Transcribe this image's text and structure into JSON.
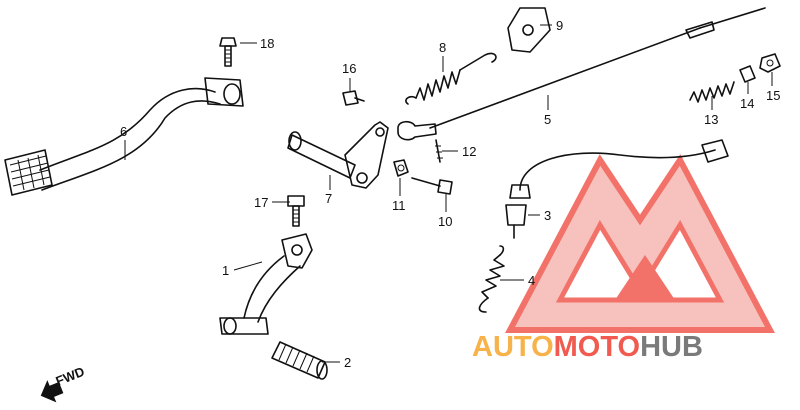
{
  "callouts": [
    {
      "id": "c1",
      "text": "1"
    },
    {
      "id": "c2",
      "text": "2"
    },
    {
      "id": "c3",
      "text": "3"
    },
    {
      "id": "c4",
      "text": "4"
    },
    {
      "id": "c5",
      "text": "5"
    },
    {
      "id": "c6",
      "text": "6"
    },
    {
      "id": "c7",
      "text": "7"
    },
    {
      "id": "c8",
      "text": "8"
    },
    {
      "id": "c9",
      "text": "9"
    },
    {
      "id": "c10",
      "text": "10"
    },
    {
      "id": "c11",
      "text": "11"
    },
    {
      "id": "c12",
      "text": "12"
    },
    {
      "id": "c13",
      "text": "13"
    },
    {
      "id": "c14",
      "text": "14"
    },
    {
      "id": "c15",
      "text": "15"
    },
    {
      "id": "c16",
      "text": "16"
    },
    {
      "id": "c17",
      "text": "17"
    },
    {
      "id": "c18",
      "text": "18"
    }
  ],
  "direction_marker": "FWD",
  "watermark": {
    "part1": "AUTO",
    "part2": "MOTO",
    "part3": "HUB",
    "color_primary": "#f05a4f",
    "color_secondary": "#f7b24a",
    "color_tertiary": "#7a7a7a"
  },
  "colors": {
    "line": "#111111",
    "background": "#ffffff"
  }
}
